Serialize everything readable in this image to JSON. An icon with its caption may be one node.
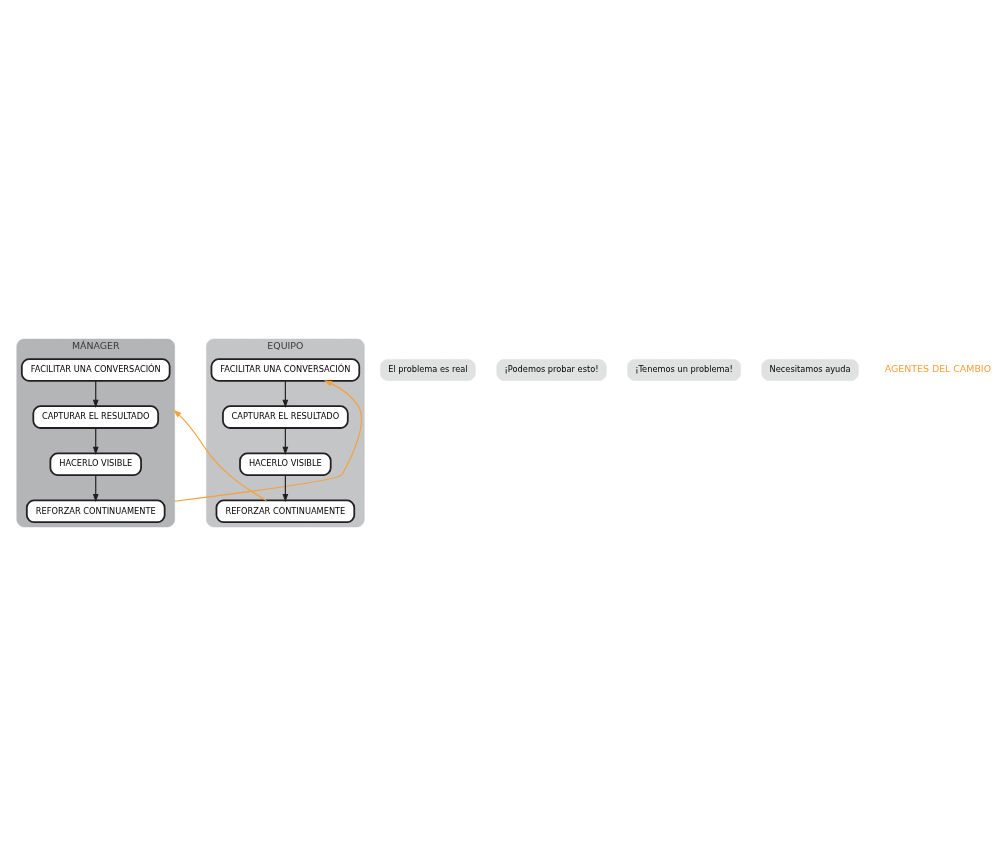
{
  "diagram": {
    "nodes": [
      {
        "text": [
          "MÁNAGER"
        ]
      },
      {
        "text": [
          "FACILITAR UNA CONVERSACIÓN"
        ],
        "in": 0
      },
      {
        "text": [
          "CAPTURAR EL RESULTADO"
        ],
        "in": 0
      },
      {
        "text": [
          "HACERLO VISIBLE"
        ],
        "in": 0
      },
      {
        "text": [
          "REFORZAR CONTINUAMENTE"
        ],
        "in": 0
      },
      {
        "text": [
          "EQUIPO"
        ]
      },
      {
        "text": [
          "FACILITAR UNA CONVERSACIÓN"
        ],
        "in": 5
      },
      {
        "text": [
          "CAPTURAR EL RESULTADO"
        ],
        "in": 5
      },
      {
        "text": [
          "HACERLO VISIBLE"
        ],
        "in": 5
      },
      {
        "text": [
          "REFORZAR CONTINUAMENTE"
        ],
        "in": 5
      },
      {
        "text": [
          "El problema es real"
        ]
      },
      {
        "text": [
          "¡Podemos probar esto!"
        ]
      },
      {
        "text": [
          "¡Tenemos un problema!"
        ]
      },
      {
        "text": [
          "Necesitamos ayuda"
        ]
      }
    ],
    "edges": [
      {
        "from": 1,
        "to": 2,
        "arrow": "to"
      },
      {
        "from": 2,
        "to": 3,
        "arrow": "to"
      },
      {
        "from": 3,
        "to": 4,
        "arrow": "to"
      },
      {
        "from": 6,
        "to": 7,
        "arrow": "to"
      },
      {
        "from": 7,
        "to": 8,
        "arrow": "to"
      },
      {
        "from": 8,
        "to": 9,
        "arrow": "to"
      },
      {
        "from": 0,
        "to": 6,
        "arrow": "to",
        "color": "#f5a03a"
      },
      {
        "from": 9,
        "to": 0,
        "arrow": "to",
        "color": "#f5a03a"
      }
    ],
    "labels": [
      "AGENTES DEL CAMBIO"
    ]
  }
}
